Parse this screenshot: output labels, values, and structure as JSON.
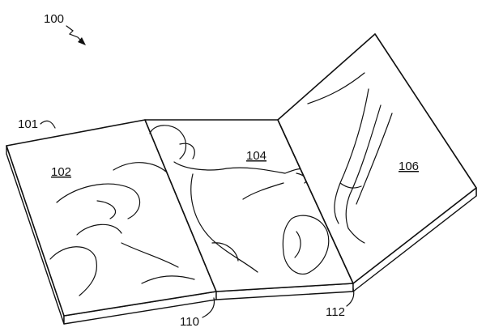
{
  "figure": {
    "ref_device": "100",
    "ref_housing": "101",
    "ref_panel_left": "102",
    "ref_panel_middle": "104",
    "ref_panel_right": "106",
    "ref_hinge_left": "110",
    "ref_hinge_right": "112"
  },
  "colors": {
    "line": "#111111",
    "background": "#ffffff"
  }
}
